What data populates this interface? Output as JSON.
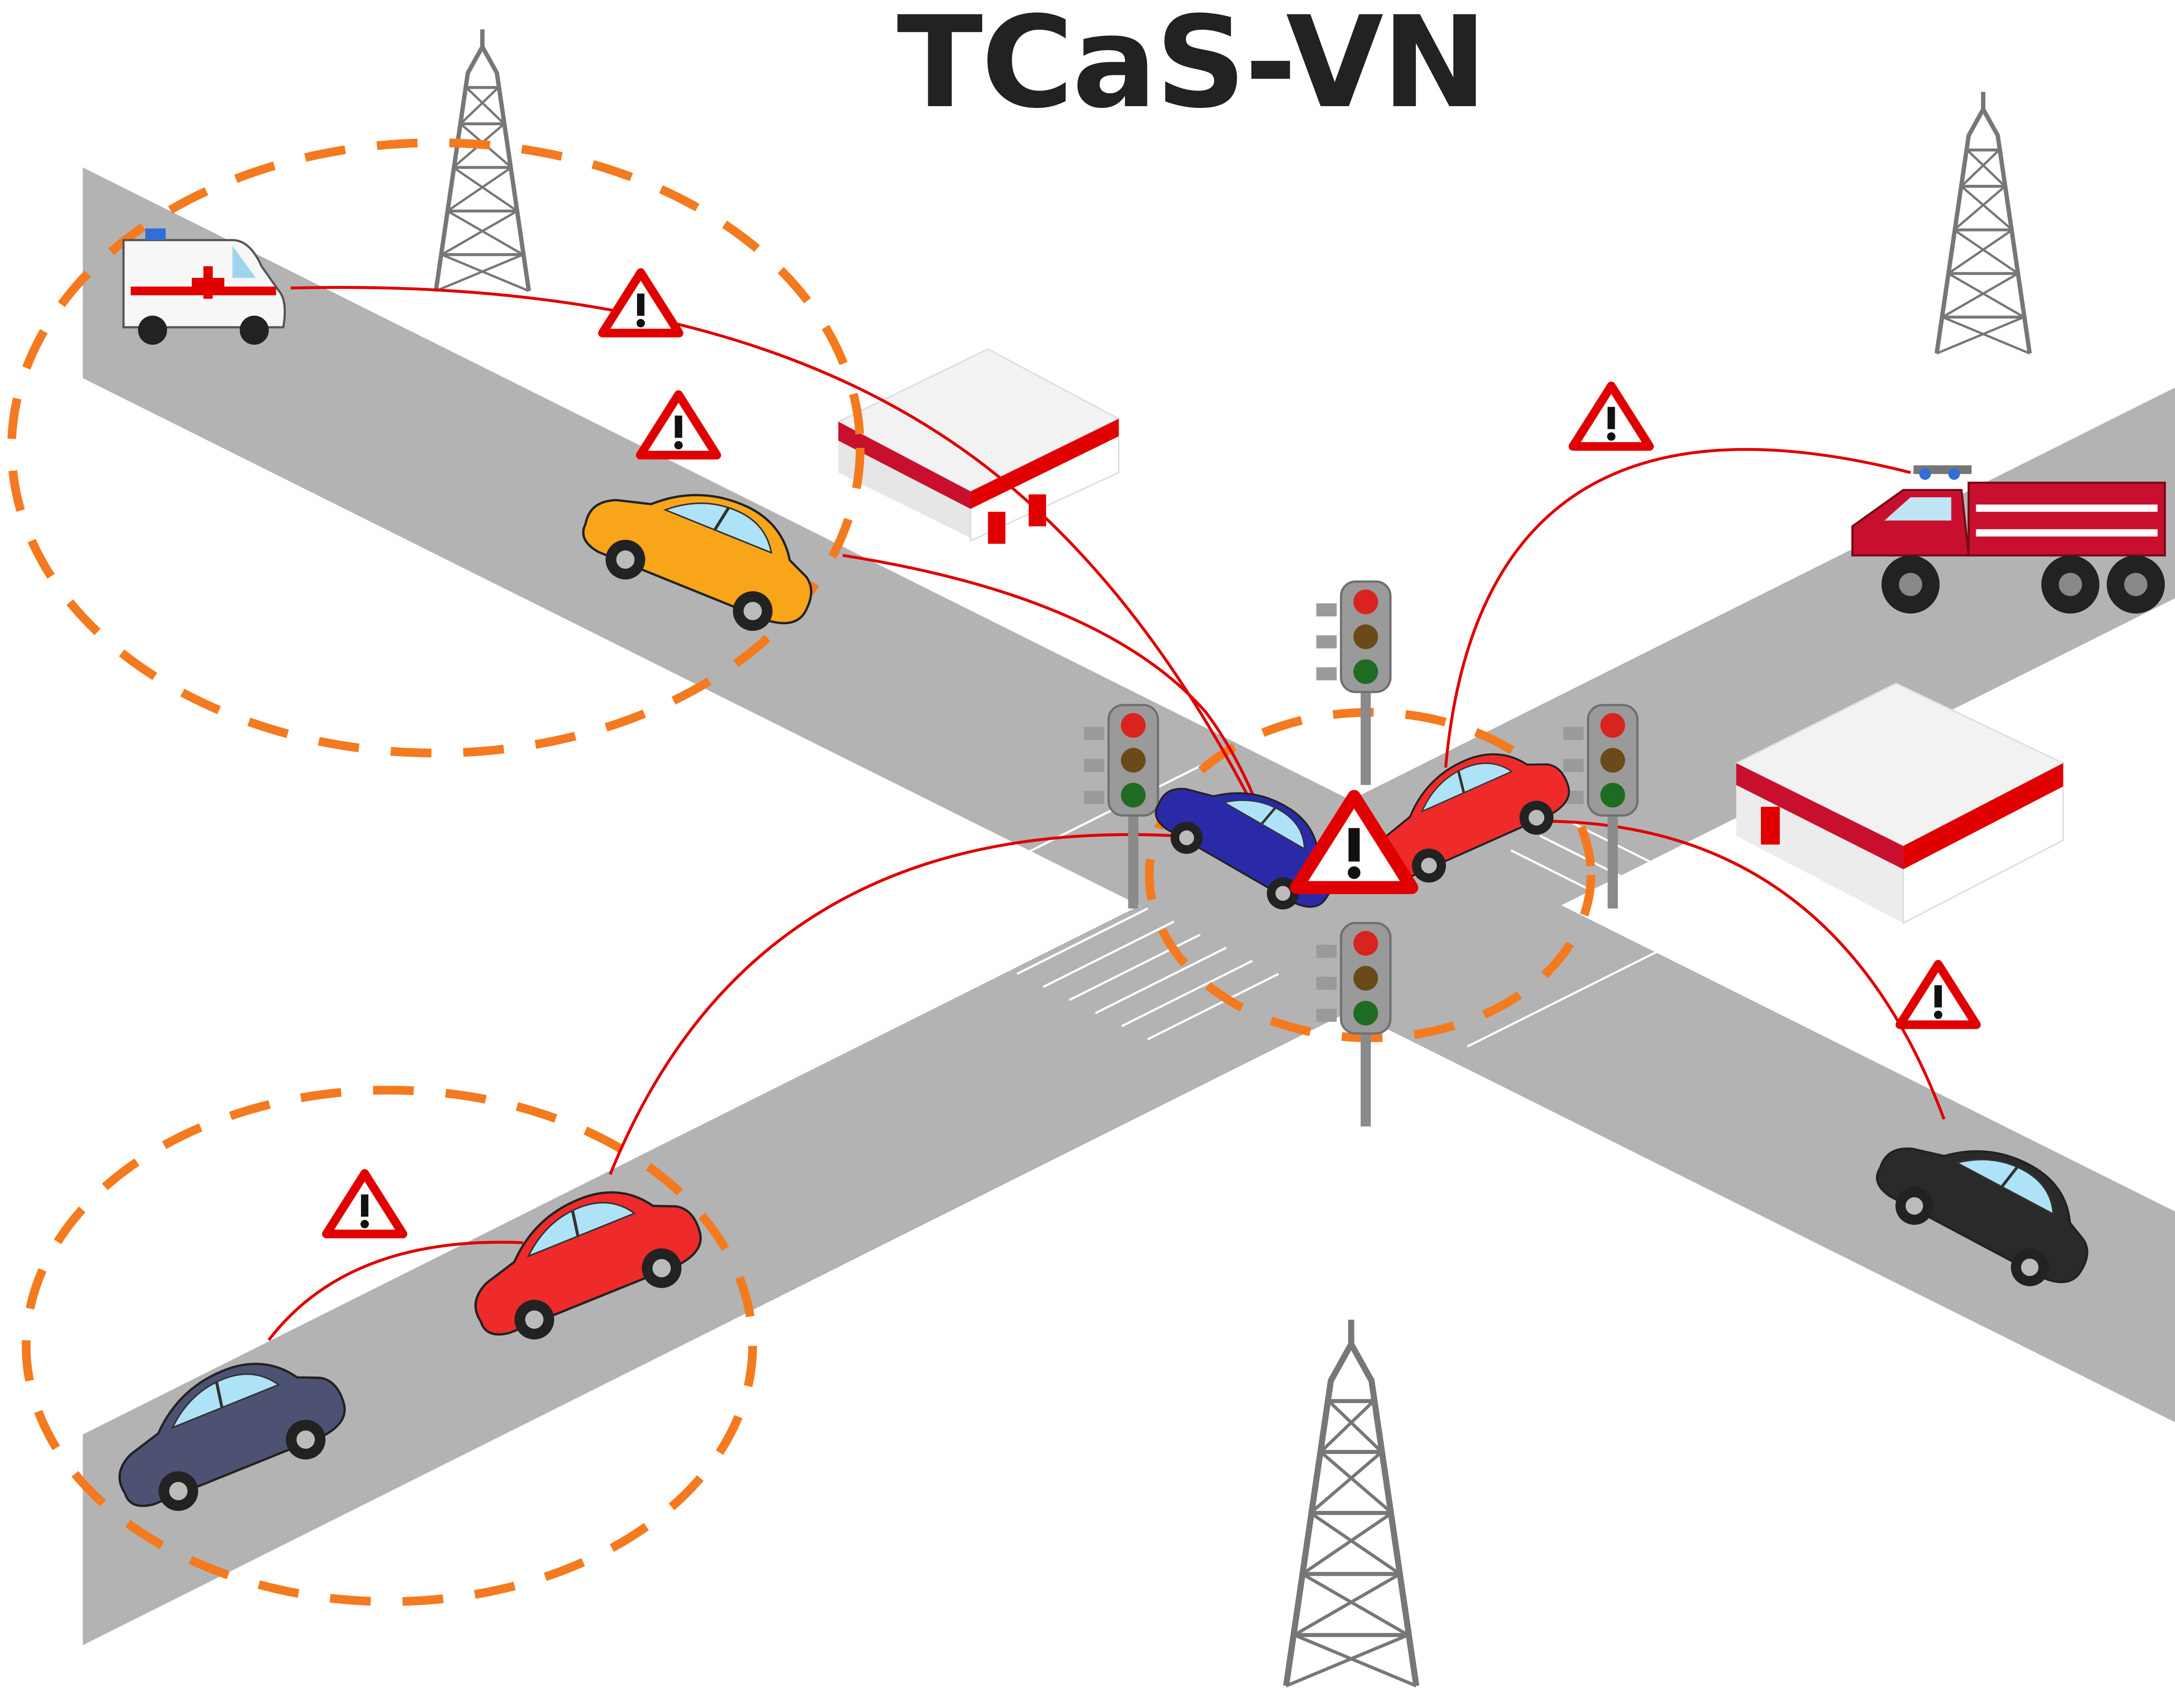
{
  "title": "TCaS-VN",
  "colors": {
    "road": "#b3b3b3",
    "signal_line": "#e00000",
    "range_circle": "#f47a1f",
    "warning_red": "#e00000",
    "tower": "#7a7a7a"
  },
  "icons": {
    "warning_sign": "warning-triangle-icon",
    "tower": "radio-tower-icon",
    "traffic_light": "traffic-light-icon",
    "building": "roadside-unit-building",
    "vehicles": [
      "ambulance",
      "taxi-car",
      "fire-truck",
      "blue-car",
      "red-car",
      "black-car",
      "dark-blue-car"
    ]
  },
  "warning_glyph": "!"
}
